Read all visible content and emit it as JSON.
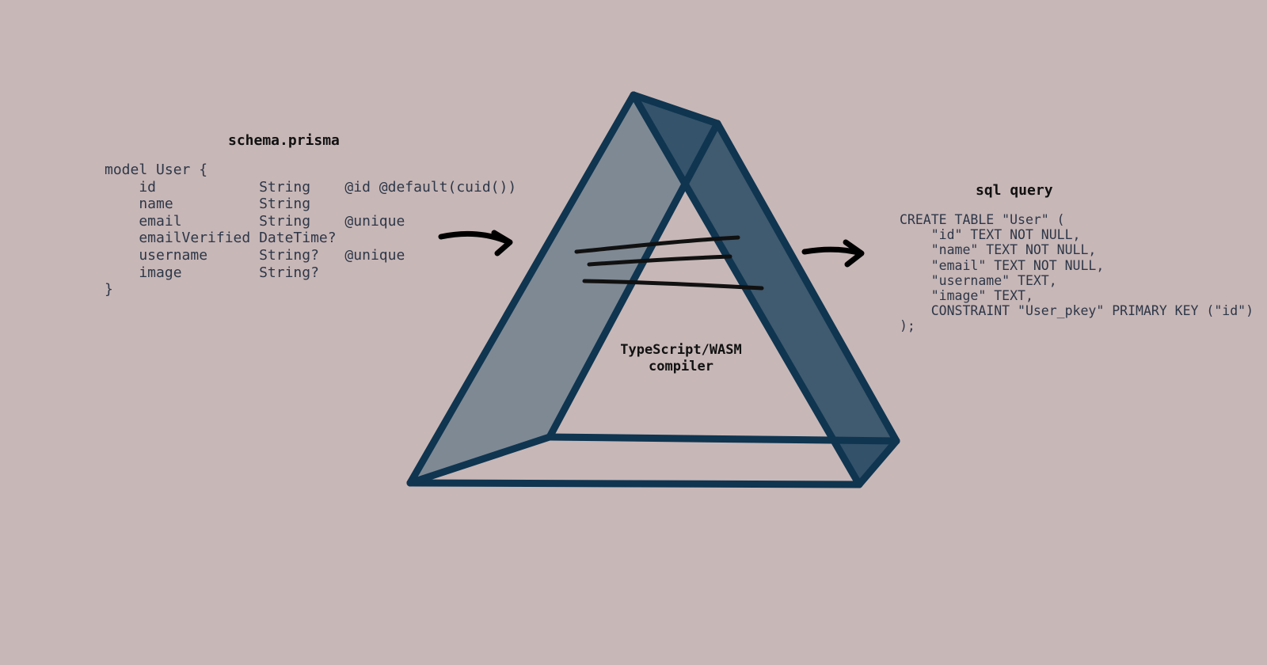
{
  "input": {
    "title": "schema.prisma",
    "code": "model User {\n    id            String    @id @default(cuid())\n    name          String\n    email         String    @unique\n    emailVerified DateTime?\n    username      String?   @unique\n    image         String?\n}"
  },
  "compiler": {
    "label": "TypeScript/WASM\ncompiler"
  },
  "output": {
    "title": "sql query",
    "code": "CREATE TABLE \"User\" (\n    \"id\" TEXT NOT NULL,\n    \"name\" TEXT NOT NULL,\n    \"email\" TEXT NOT NULL,\n    \"username\" TEXT,\n    \"image\" TEXT,\n    CONSTRAINT \"User_pkey\" PRIMARY KEY (\"id\")\n);"
  },
  "colors": {
    "background": "#c8b7b7",
    "prism_edge": "#0f3550",
    "prism_left_face": "#7b8691",
    "prism_right_face": "#284a63",
    "arrow": "#000000"
  }
}
